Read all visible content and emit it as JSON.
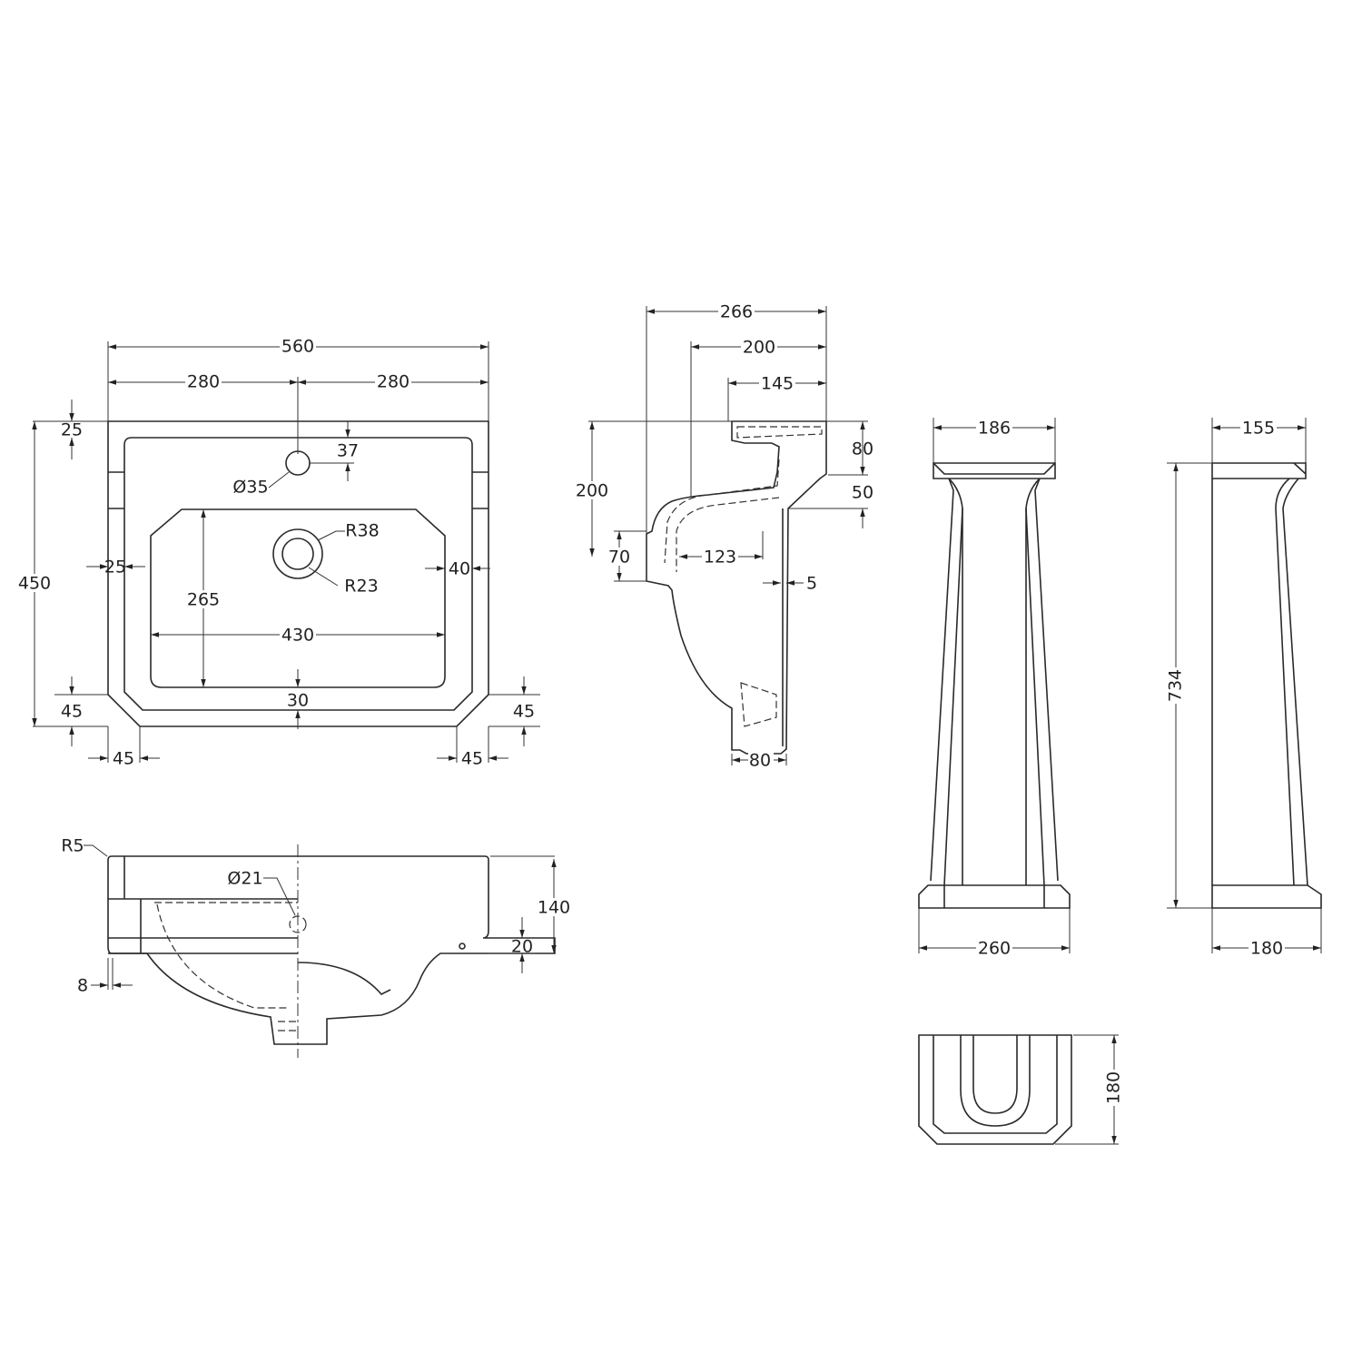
{
  "plan_view": {
    "overall_width": "560",
    "half_left": "280",
    "half_right": "280",
    "rim_top": "25",
    "tap_offset": "37",
    "tap_hole": "Ø35",
    "waste_outer": "R38",
    "waste_inner": "R23",
    "overall_depth": "450",
    "rim_left": "25",
    "rim_right": "40",
    "bowl_depth": "265",
    "bowl_width": "430",
    "rim_front": "30",
    "chamfer_left_v": "45",
    "chamfer_right_v": "45",
    "chamfer_left_h": "45",
    "chamfer_right_h": "45"
  },
  "side_view": {
    "overall": "266",
    "mid": "200",
    "top": "145",
    "height": "200",
    "rim_height": "80",
    "upper_step": "50",
    "overflow": "70",
    "overflow_depth": "123",
    "wall": "5",
    "foot": "80"
  },
  "front_view": {
    "radius": "R5",
    "hole": "Ø21",
    "height": "140",
    "ledge": "20",
    "offset": "8"
  },
  "pedestal": {
    "top_width_front": "186",
    "top_width_side": "155",
    "height": "734",
    "base_width_front": "260",
    "base_width_side": "180",
    "plan_depth": "180"
  },
  "colors": {
    "line": "#2a2a2a",
    "background": "#ffffff"
  }
}
